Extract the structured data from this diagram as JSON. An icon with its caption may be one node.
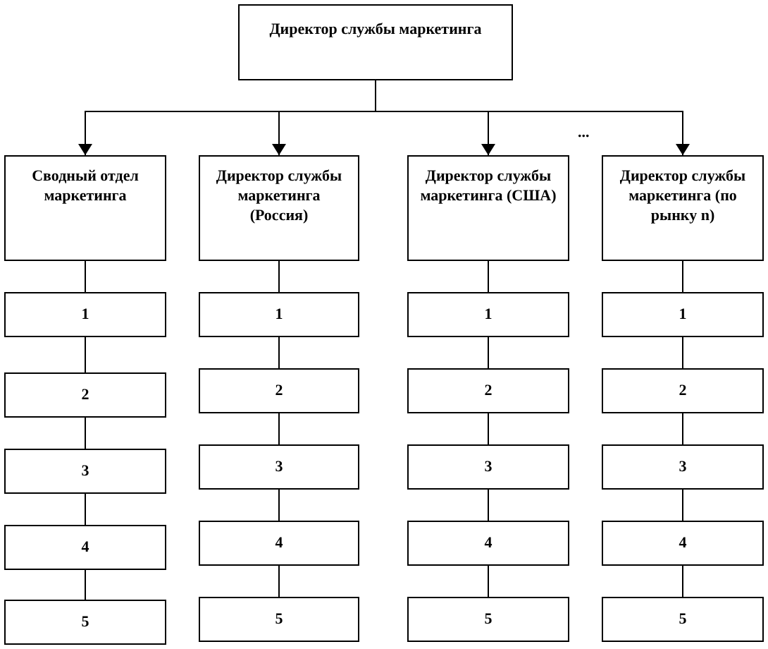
{
  "diagram": {
    "nodes": [
      {
        "text": [
          "Директор службы маркетинга"
        ]
      },
      {
        "text": [
          "Сводный отдел маркетинга"
        ]
      },
      {
        "text": [
          "Директор службы маркетинга (Россия)"
        ]
      },
      {
        "text": [
          "Директор службы маркетинга (США)"
        ]
      },
      {
        "text": [
          "Директор службы маркетинга (по рынку n)"
        ]
      },
      {
        "text": [
          "1"
        ]
      },
      {
        "text": [
          "1"
        ]
      },
      {
        "text": [
          "1"
        ]
      },
      {
        "text": [
          "1"
        ]
      },
      {
        "text": [
          "2"
        ]
      },
      {
        "text": [
          "2"
        ]
      },
      {
        "text": [
          "2"
        ]
      },
      {
        "text": [
          "2"
        ]
      },
      {
        "text": [
          "3"
        ]
      },
      {
        "text": [
          "3"
        ]
      },
      {
        "text": [
          "3"
        ]
      },
      {
        "text": [
          "3"
        ]
      },
      {
        "text": [
          "4"
        ]
      },
      {
        "text": [
          "4"
        ]
      },
      {
        "text": [
          "4"
        ]
      },
      {
        "text": [
          "4"
        ]
      },
      {
        "text": [
          "5"
        ]
      },
      {
        "text": [
          "5"
        ]
      },
      {
        "text": [
          "5"
        ]
      },
      {
        "text": [
          "5"
        ]
      }
    ],
    "edges": [
      {
        "from": 0,
        "to": 1,
        "arrow": "to"
      },
      {
        "from": 0,
        "to": 2,
        "arrow": "to"
      },
      {
        "from": 0,
        "to": 3,
        "arrow": "to"
      },
      {
        "from": 0,
        "to": 4,
        "arrow": "to"
      },
      {
        "from": 1,
        "to": 5,
        "arrow": "none"
      },
      {
        "from": 5,
        "to": 9,
        "arrow": "none"
      },
      {
        "from": 9,
        "to": 13,
        "arrow": "none"
      },
      {
        "from": 13,
        "to": 17,
        "arrow": "none"
      },
      {
        "from": 17,
        "to": 21,
        "arrow": "none"
      },
      {
        "from": 2,
        "to": 6,
        "arrow": "none"
      },
      {
        "from": 6,
        "to": 10,
        "arrow": "none"
      },
      {
        "from": 10,
        "to": 14,
        "arrow": "none"
      },
      {
        "from": 14,
        "to": 18,
        "arrow": "none"
      },
      {
        "from": 18,
        "to": 22,
        "arrow": "none"
      },
      {
        "from": 3,
        "to": 7,
        "arrow": "none"
      },
      {
        "from": 7,
        "to": 11,
        "arrow": "none"
      },
      {
        "from": 11,
        "to": 15,
        "arrow": "none"
      },
      {
        "from": 15,
        "to": 19,
        "arrow": "none"
      },
      {
        "from": 19,
        "to": 23,
        "arrow": "none"
      },
      {
        "from": 4,
        "to": 8,
        "arrow": "none"
      },
      {
        "from": 8,
        "to": 12,
        "arrow": "none"
      },
      {
        "from": 12,
        "to": 16,
        "arrow": "none"
      },
      {
        "from": 16,
        "to": 20,
        "arrow": "none"
      },
      {
        "from": 20,
        "to": 24,
        "arrow": "none"
      }
    ],
    "labels": [
      "..."
    ]
  }
}
